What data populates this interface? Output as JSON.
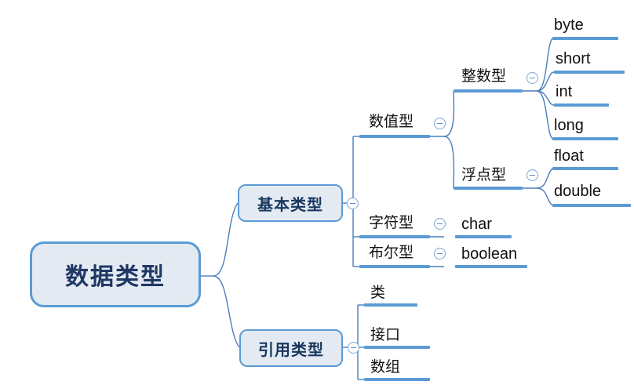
{
  "diagram": {
    "type": "mindmap",
    "title_node": "数据类型",
    "orientation": "left-to-right",
    "accent_color": "#5b9bd5",
    "node_fill": "#e4eaf2",
    "text_color": "#1f3864",
    "root": {
      "label": "数据类型",
      "children": [
        {
          "label": "基本类型",
          "children": [
            {
              "label": "数值型",
              "children": [
                {
                  "label": "整数型",
                  "children": [
                    {
                      "label": "byte"
                    },
                    {
                      "label": "short"
                    },
                    {
                      "label": "int"
                    },
                    {
                      "label": "long"
                    }
                  ]
                },
                {
                  "label": "浮点型",
                  "children": [
                    {
                      "label": "float"
                    },
                    {
                      "label": "double"
                    }
                  ]
                }
              ]
            },
            {
              "label": "字符型",
              "children": [
                {
                  "label": "char"
                }
              ]
            },
            {
              "label": "布尔型",
              "children": [
                {
                  "label": "boolean"
                }
              ]
            }
          ]
        },
        {
          "label": "引用类型",
          "children": [
            {
              "label": "类"
            },
            {
              "label": "接口"
            },
            {
              "label": "数组"
            }
          ]
        }
      ]
    }
  },
  "nodes": {
    "root": "数据类型",
    "basic_type": "基本类型",
    "reference_type": "引用类型",
    "numeric_type": "数值型",
    "char_type": "字符型",
    "bool_type": "布尔型",
    "integer_type": "整数型",
    "float_type": "浮点型",
    "byte": "byte",
    "short": "short",
    "int": "int",
    "long": "long",
    "float": "float",
    "double": "double",
    "char": "char",
    "boolean": "boolean",
    "class": "类",
    "interface": "接口",
    "array": "数组"
  },
  "icons": {
    "collapse": "collapse-toggle-icon"
  }
}
